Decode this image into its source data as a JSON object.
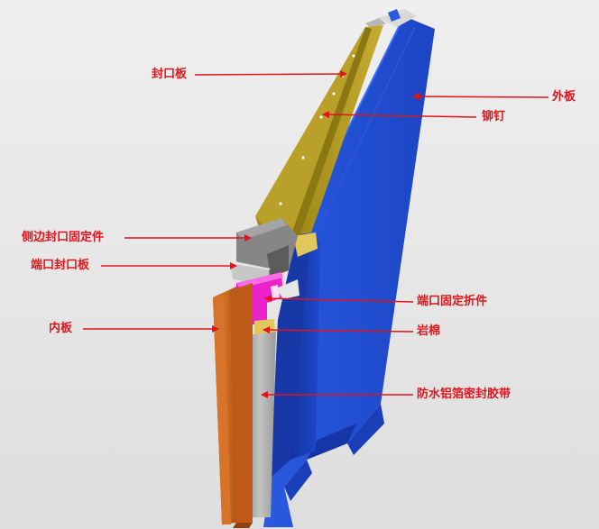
{
  "labels": {
    "seal_plate": "封口板",
    "outer_plate": "外板",
    "rivet": "铆钉",
    "side_seal_fixing": "侧边封口固定件",
    "end_seal_plate": "端口封口板",
    "inner_plate": "内板",
    "end_fixing_fold": "端口固定折件",
    "rock_wool": "岩棉",
    "waterproof_foil_tape": "防水铝箔密封胶带"
  },
  "colors": {
    "outer_plate": "#1f4fd6",
    "outer_plate_dark": "#1636a8",
    "seal_plate": "#b39a1d",
    "seal_plate_light": "#cdb43a",
    "inner_plate": "#c8621a",
    "foil_tape": "#a9a9a9",
    "fixing_piece": "#ee22cc",
    "rock_wool": "#e2c85a",
    "side_fixing": "#7d7d7d",
    "label_text": "#e0141a",
    "arrow": "#e0141a",
    "background": "#e9e9e9"
  }
}
